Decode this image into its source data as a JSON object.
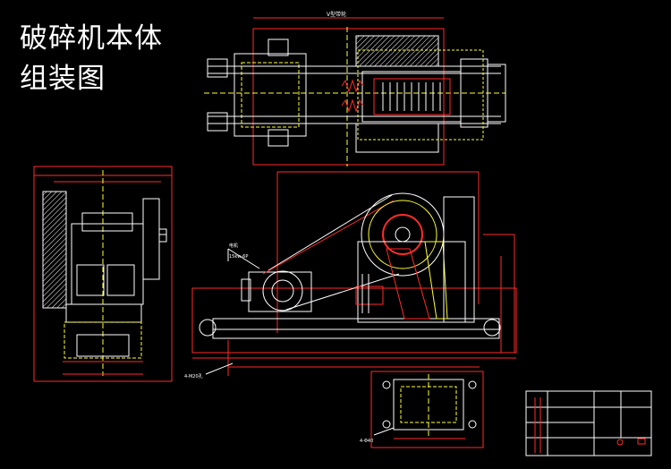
{
  "title": {
    "line1": "破碎机本体",
    "line2": "组装图"
  },
  "top_view": {
    "note": "V型带轮"
  },
  "front_view": {
    "motor_note": "电机",
    "motor_model": "15kw-6P",
    "bolt_note": "4-M20孔"
  },
  "base_detail": {
    "hole_note": "4-Φ40"
  },
  "colors": {
    "background": "#000000",
    "outline": "#ffffff",
    "dimension": "#ff2a2a",
    "hidden": "#ffff33",
    "title_text": "#ffffff"
  }
}
